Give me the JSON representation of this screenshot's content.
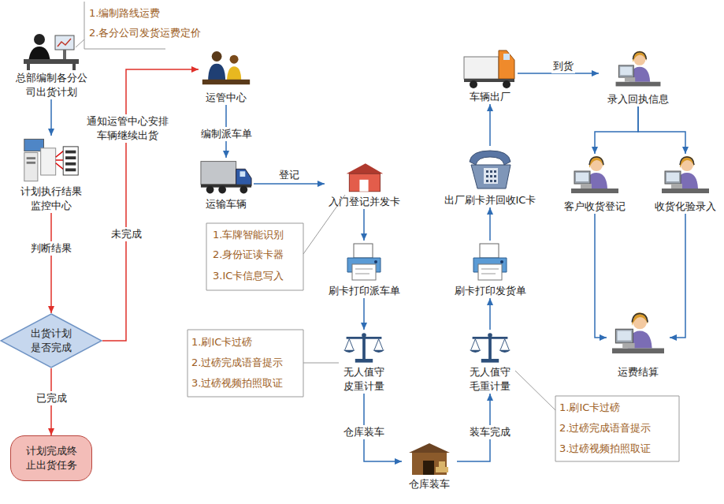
{
  "diagram": {
    "nodes": [
      {
        "text": [
          "总部编制各分公司出货计划"
        ]
      },
      {
        "text": [
          "计划执行结果监控中心"
        ]
      },
      {
        "text": [
          "出货计划是否完成"
        ]
      },
      {
        "text": [
          "计划完成终止出货任务"
        ]
      },
      {
        "text": [
          "运管中心"
        ]
      },
      {
        "text": [
          "运输车辆"
        ]
      },
      {
        "text": [
          "入门登记并发卡"
        ]
      },
      {
        "text": [
          "刷卡打印派车单"
        ]
      },
      {
        "text": [
          "无人值守 皮重计量"
        ]
      },
      {
        "text": [
          "仓库装车"
        ]
      },
      {
        "text": [
          "无人值守 毛重计量"
        ]
      },
      {
        "text": [
          "刷卡打印发货单"
        ]
      },
      {
        "text": [
          "出厂刷卡并回收IC卡"
        ]
      },
      {
        "text": [
          "车辆出厂"
        ]
      },
      {
        "text": [
          "录入回执信息"
        ]
      },
      {
        "text": [
          "客户收货登记"
        ]
      },
      {
        "text": [
          "收货化验录入"
        ]
      },
      {
        "text": [
          "运费结算"
        ]
      }
    ],
    "edges": [
      {
        "from": 0,
        "to": 1,
        "arrow": "to"
      },
      {
        "from": 1,
        "to": 2,
        "label": "判断结果",
        "arrow": "to"
      },
      {
        "from": 2,
        "to": 3,
        "label": "已完成",
        "arrow": "to"
      },
      {
        "from": 2,
        "to": 4,
        "label": "未完成",
        "arrow": "to"
      },
      {
        "from": 4,
        "to": 5,
        "label": "编制派车单",
        "arrow": "to"
      },
      {
        "from": 5,
        "to": 6,
        "label": "登记",
        "arrow": "to"
      },
      {
        "from": 6,
        "to": 7,
        "arrow": "to"
      },
      {
        "from": 7,
        "to": 8,
        "arrow": "to"
      },
      {
        "from": 8,
        "to": 9,
        "label": "仓库装车",
        "arrow": "to"
      },
      {
        "from": 9,
        "to": 10,
        "label": "装车完成",
        "arrow": "to"
      },
      {
        "from": 10,
        "to": 11,
        "arrow": "to"
      },
      {
        "from": 11,
        "to": 12,
        "arrow": "to"
      },
      {
        "from": 12,
        "to": 13,
        "arrow": "to"
      },
      {
        "from": 13,
        "to": 14,
        "label": "到货",
        "arrow": "to"
      },
      {
        "from": 14,
        "to": 15,
        "arrow": "to"
      },
      {
        "from": 14,
        "to": 16,
        "arrow": "to"
      },
      {
        "from": 15,
        "to": 17,
        "arrow": "to"
      },
      {
        "from": 16,
        "to": 17,
        "arrow": "to"
      }
    ],
    "labels": [
      "1.编制路线运费",
      "2.各分公司发货运费定价",
      "通知运管中心安排车辆继续出货",
      "1.车牌智能识别",
      "2.身份证读卡器",
      "3.IC卡信息写入",
      "1.刷IC卡过磅",
      "2.过磅完成语音提示",
      "3.过磅视频拍照取证",
      "1.刷IC卡过磅",
      "2.过磅完成语音提示",
      "3.过磅视频拍照取证"
    ]
  }
}
